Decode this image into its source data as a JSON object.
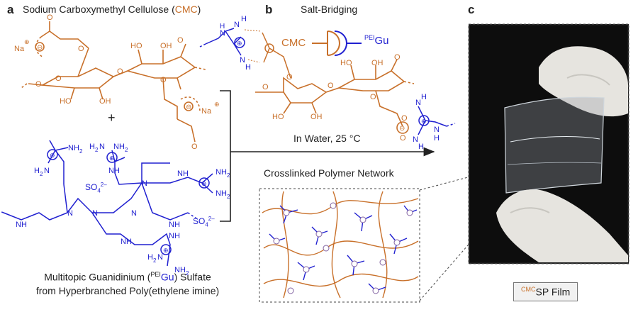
{
  "panels": {
    "a": {
      "letter": "a",
      "title_prefix": "Sodium Carboxymethyl Cellulose (",
      "title_abbr": "CMC",
      "title_suffix": ")",
      "plus": "+",
      "sulfate_inner": "SO",
      "sulfate_sub": "4",
      "sulfate_sup": "2–",
      "sulfate_outer": "SO",
      "caption_line1_pre": "Multitopic Guanidinium (",
      "caption_line1_sup": "PEI",
      "caption_line1_abbr": "Gu",
      "caption_line1_post": ") Sulfate",
      "caption_line2": "from Hyperbranched Poly(ethylene imine)"
    },
    "b": {
      "letter": "b",
      "title": "Salt-Bridging",
      "cmc": "CMC",
      "pei_sup": "PEI",
      "pei_abbr": "Gu",
      "condition": "In Water, 25 °C",
      "network_title": "Crosslinked Polymer Network"
    },
    "c": {
      "letter": "c",
      "film_sup": "CMC",
      "film_label": "SP Film"
    }
  },
  "atoms": {
    "na": "Na",
    "nh": "NH",
    "nh2": "NH",
    "h2n": "H",
    "n": "N",
    "h": "H",
    "oh": "OH",
    "ho": "HO",
    "o": "O"
  },
  "colors": {
    "cmc": "#c8702a",
    "pei": "#2020d0",
    "text": "#222222"
  }
}
